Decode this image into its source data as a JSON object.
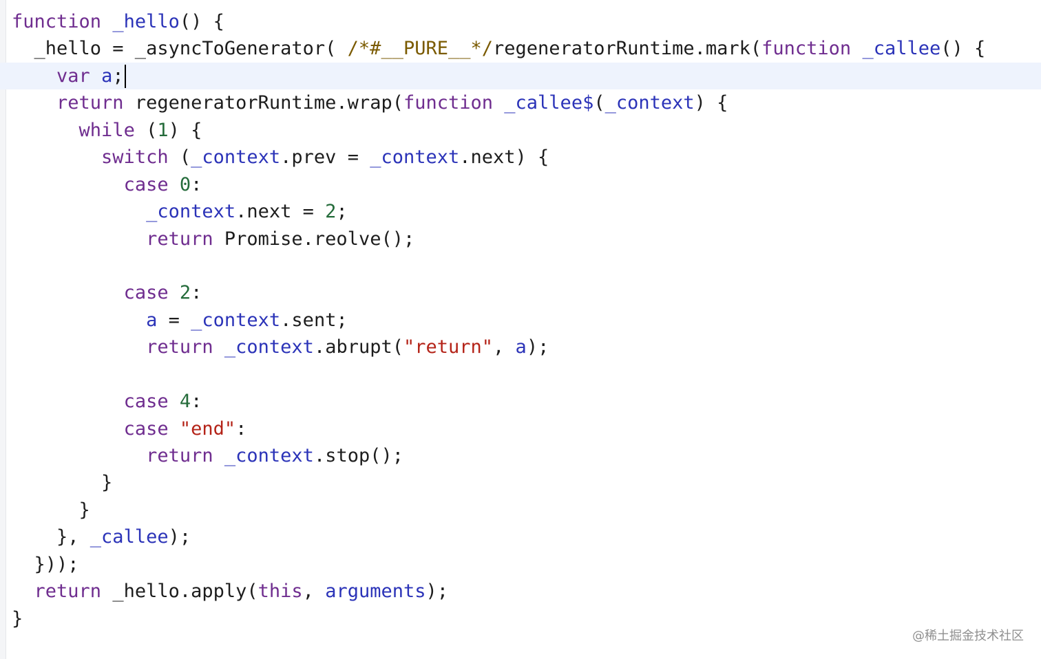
{
  "editor": {
    "lines": [
      {
        "current": false,
        "tokens": [
          {
            "t": "function",
            "c": "kw"
          },
          {
            "t": " ",
            "c": "pun"
          },
          {
            "t": "_hello",
            "c": "fn"
          },
          {
            "t": "() {",
            "c": "pun"
          }
        ]
      },
      {
        "current": false,
        "tokens": [
          {
            "t": "  _hello = _asyncToGenerator( ",
            "c": "id"
          },
          {
            "t": "/*#__PURE__*/",
            "c": "cm"
          },
          {
            "t": "regeneratorRuntime.mark(",
            "c": "id"
          },
          {
            "t": "function",
            "c": "kw"
          },
          {
            "t": " ",
            "c": "pun"
          },
          {
            "t": "_callee",
            "c": "fn"
          },
          {
            "t": "() {",
            "c": "pun"
          }
        ]
      },
      {
        "current": true,
        "tokens": [
          {
            "t": "    ",
            "c": "pun"
          },
          {
            "t": "var",
            "c": "kw"
          },
          {
            "t": " ",
            "c": "pun"
          },
          {
            "t": "a",
            "c": "fn"
          },
          {
            "t": ";",
            "c": "pun"
          }
        ]
      },
      {
        "current": false,
        "tokens": [
          {
            "t": "    ",
            "c": "pun"
          },
          {
            "t": "return",
            "c": "kw"
          },
          {
            "t": " regeneratorRuntime.wrap(",
            "c": "id"
          },
          {
            "t": "function",
            "c": "kw"
          },
          {
            "t": " ",
            "c": "pun"
          },
          {
            "t": "_callee$",
            "c": "fn"
          },
          {
            "t": "(",
            "c": "pun"
          },
          {
            "t": "_context",
            "c": "fn"
          },
          {
            "t": ") {",
            "c": "pun"
          }
        ]
      },
      {
        "current": false,
        "tokens": [
          {
            "t": "      ",
            "c": "pun"
          },
          {
            "t": "while",
            "c": "kw"
          },
          {
            "t": " (",
            "c": "pun"
          },
          {
            "t": "1",
            "c": "num"
          },
          {
            "t": ") {",
            "c": "pun"
          }
        ]
      },
      {
        "current": false,
        "tokens": [
          {
            "t": "        ",
            "c": "pun"
          },
          {
            "t": "switch",
            "c": "kw"
          },
          {
            "t": " (",
            "c": "pun"
          },
          {
            "t": "_context",
            "c": "fn"
          },
          {
            "t": ".prev = ",
            "c": "id"
          },
          {
            "t": "_context",
            "c": "fn"
          },
          {
            "t": ".next) {",
            "c": "id"
          }
        ]
      },
      {
        "current": false,
        "tokens": [
          {
            "t": "          ",
            "c": "pun"
          },
          {
            "t": "case",
            "c": "kw"
          },
          {
            "t": " ",
            "c": "pun"
          },
          {
            "t": "0",
            "c": "num"
          },
          {
            "t": ":",
            "c": "pun"
          }
        ]
      },
      {
        "current": false,
        "tokens": [
          {
            "t": "            ",
            "c": "pun"
          },
          {
            "t": "_context",
            "c": "fn"
          },
          {
            "t": ".next = ",
            "c": "id"
          },
          {
            "t": "2",
            "c": "num"
          },
          {
            "t": ";",
            "c": "pun"
          }
        ]
      },
      {
        "current": false,
        "tokens": [
          {
            "t": "            ",
            "c": "pun"
          },
          {
            "t": "return",
            "c": "kw"
          },
          {
            "t": " Promise.reolve();",
            "c": "id"
          }
        ]
      },
      {
        "current": false,
        "tokens": []
      },
      {
        "current": false,
        "tokens": [
          {
            "t": "          ",
            "c": "pun"
          },
          {
            "t": "case",
            "c": "kw"
          },
          {
            "t": " ",
            "c": "pun"
          },
          {
            "t": "2",
            "c": "num"
          },
          {
            "t": ":",
            "c": "pun"
          }
        ]
      },
      {
        "current": false,
        "tokens": [
          {
            "t": "            ",
            "c": "pun"
          },
          {
            "t": "a",
            "c": "fn"
          },
          {
            "t": " = ",
            "c": "pun"
          },
          {
            "t": "_context",
            "c": "fn"
          },
          {
            "t": ".sent;",
            "c": "id"
          }
        ]
      },
      {
        "current": false,
        "tokens": [
          {
            "t": "            ",
            "c": "pun"
          },
          {
            "t": "return",
            "c": "kw"
          },
          {
            "t": " ",
            "c": "pun"
          },
          {
            "t": "_context",
            "c": "fn"
          },
          {
            "t": ".abrupt(",
            "c": "id"
          },
          {
            "t": "\"return\"",
            "c": "str"
          },
          {
            "t": ", ",
            "c": "pun"
          },
          {
            "t": "a",
            "c": "fn"
          },
          {
            "t": ");",
            "c": "pun"
          }
        ]
      },
      {
        "current": false,
        "tokens": []
      },
      {
        "current": false,
        "tokens": [
          {
            "t": "          ",
            "c": "pun"
          },
          {
            "t": "case",
            "c": "kw"
          },
          {
            "t": " ",
            "c": "pun"
          },
          {
            "t": "4",
            "c": "num"
          },
          {
            "t": ":",
            "c": "pun"
          }
        ]
      },
      {
        "current": false,
        "tokens": [
          {
            "t": "          ",
            "c": "pun"
          },
          {
            "t": "case",
            "c": "kw"
          },
          {
            "t": " ",
            "c": "pun"
          },
          {
            "t": "\"end\"",
            "c": "str"
          },
          {
            "t": ":",
            "c": "pun"
          }
        ]
      },
      {
        "current": false,
        "tokens": [
          {
            "t": "            ",
            "c": "pun"
          },
          {
            "t": "return",
            "c": "kw"
          },
          {
            "t": " ",
            "c": "pun"
          },
          {
            "t": "_context",
            "c": "fn"
          },
          {
            "t": ".stop();",
            "c": "id"
          }
        ]
      },
      {
        "current": false,
        "tokens": [
          {
            "t": "        }",
            "c": "pun"
          }
        ]
      },
      {
        "current": false,
        "tokens": [
          {
            "t": "      }",
            "c": "pun"
          }
        ]
      },
      {
        "current": false,
        "tokens": [
          {
            "t": "    }, ",
            "c": "pun"
          },
          {
            "t": "_callee",
            "c": "fn"
          },
          {
            "t": ");",
            "c": "pun"
          }
        ]
      },
      {
        "current": false,
        "tokens": [
          {
            "t": "  }));",
            "c": "pun"
          }
        ]
      },
      {
        "current": false,
        "tokens": [
          {
            "t": "  ",
            "c": "pun"
          },
          {
            "t": "return",
            "c": "kw"
          },
          {
            "t": " _hello.apply(",
            "c": "id"
          },
          {
            "t": "this",
            "c": "kw"
          },
          {
            "t": ", ",
            "c": "pun"
          },
          {
            "t": "arguments",
            "c": "fn"
          },
          {
            "t": ");",
            "c": "pun"
          }
        ]
      },
      {
        "current": false,
        "tokens": [
          {
            "t": "}",
            "c": "pun"
          }
        ]
      }
    ]
  },
  "watermark": "@稀土掘金技术社区"
}
